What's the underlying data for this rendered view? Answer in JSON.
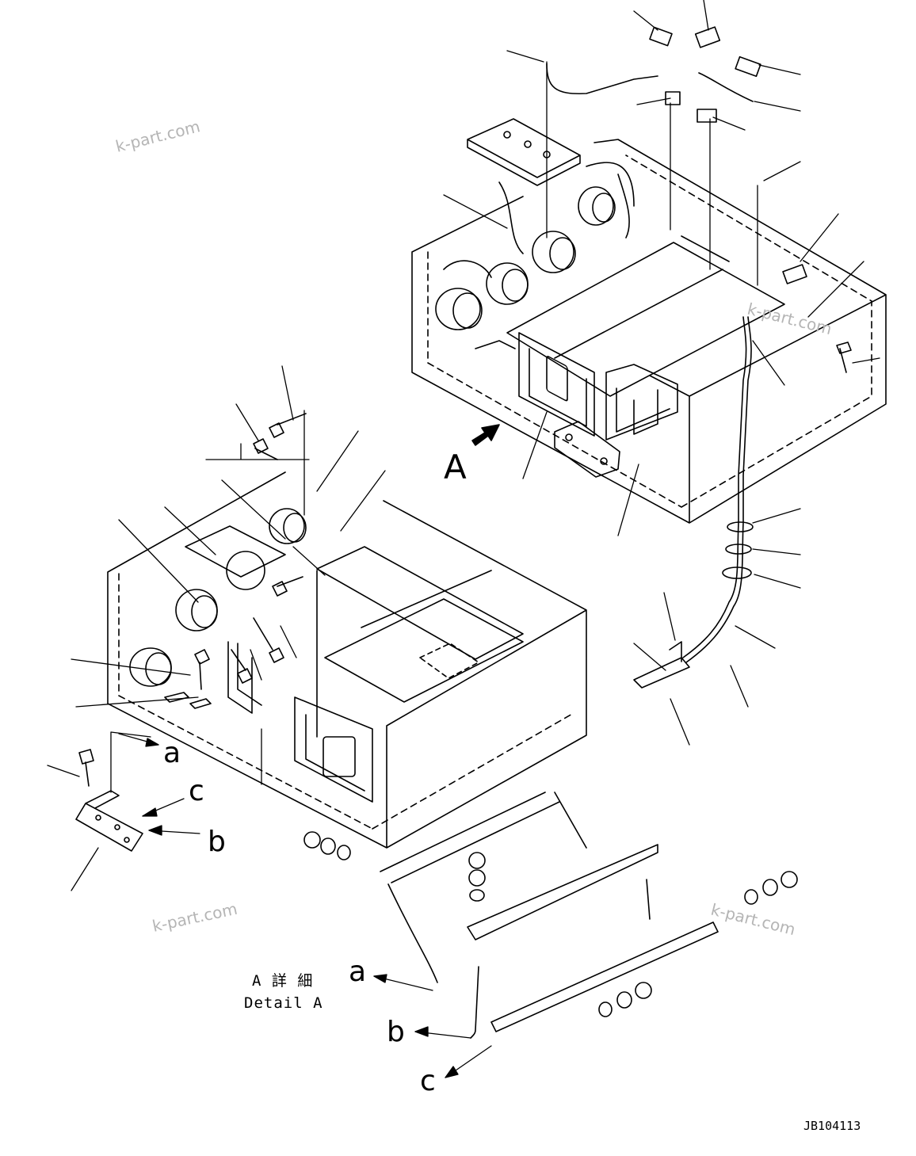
{
  "watermark": "k-part.com",
  "view_marker": "A",
  "detail_title_jp": "A 詳 細",
  "detail_title_en": "Detail A",
  "connection_labels": {
    "a": "a",
    "b": "b",
    "c": "c"
  },
  "drawing_code": "JB104113",
  "colors": {
    "line": "#000000",
    "watermark": "#b5b5b5",
    "background": "#ffffff"
  }
}
